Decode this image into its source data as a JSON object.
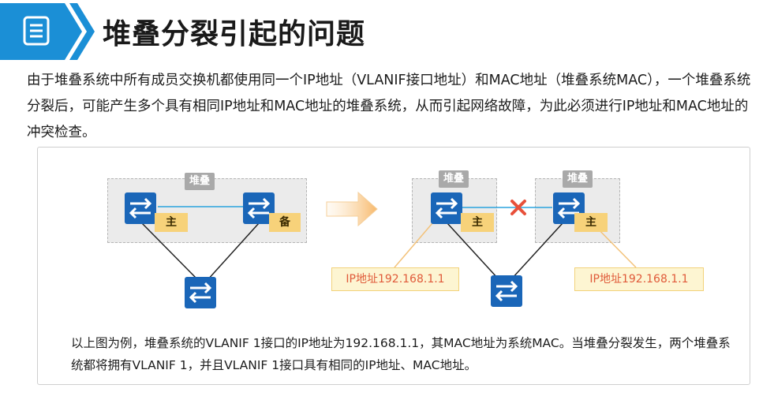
{
  "header": {
    "title": "堆叠分裂引起的问题",
    "icon": "document-icon",
    "accent_color": "#1b8fd6"
  },
  "intro": "由于堆叠系统中所有成员交换机都使用同一个IP地址（VLANIF接口地址）和MAC地址（堆叠系统MAC），一个堆叠系统分裂后，可能产生多个具有相同IP地址和MAC地址的堆叠系统，从而引起网络故障，为此必须进行IP地址和MAC地址的冲突检查。",
  "diagram": {
    "left": {
      "stack_label": "堆叠",
      "master_label": "主",
      "standby_label": "备"
    },
    "right": {
      "stack_a_label": "堆叠",
      "stack_b_label": "堆叠",
      "master_a_label": "主",
      "master_b_label": "主",
      "ip_a": "IP地址192.168.1.1",
      "ip_b": "IP地址192.168.1.1"
    },
    "caption": "以上图为例，堆叠系统的VLANIF  1接口的IP地址为192.168.1.1，其MAC地址为系统MAC。当堆叠分裂发生，两个堆叠系统都将拥有VLANIF  1，并且VLANIF  1接口具有相同的IP地址、MAC地址。"
  }
}
